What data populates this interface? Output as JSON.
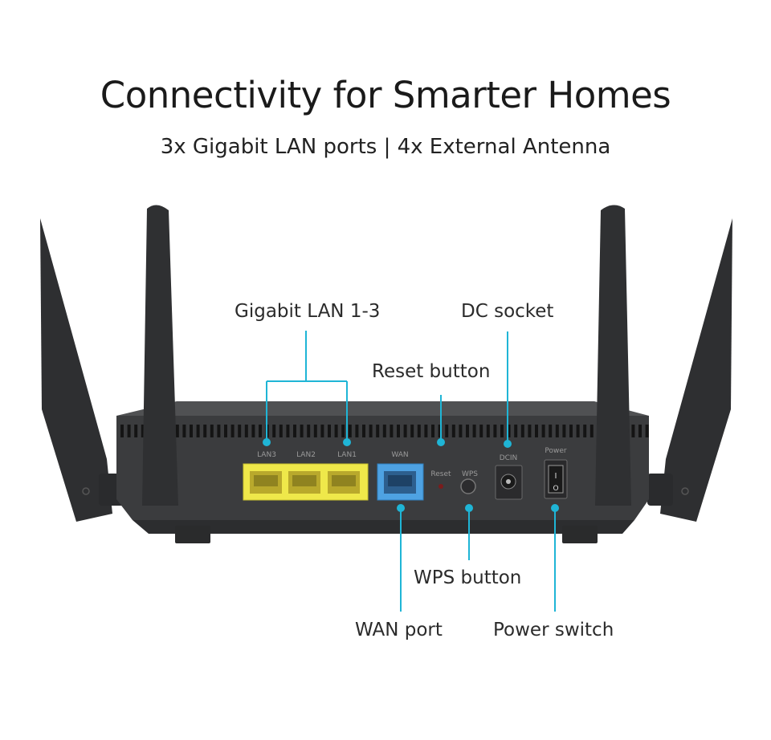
{
  "header": {
    "title": "Connectivity for Smarter Homes",
    "subtitle": "3x Gigabit LAN ports | 4x External Antenna"
  },
  "callouts": {
    "lan": "Gigabit LAN 1-3",
    "dc": "DC socket",
    "reset": "Reset button",
    "wps": "WPS button",
    "wan": "WAN port",
    "power": "Power switch"
  },
  "panel_labels": {
    "lan3": "LAN3",
    "lan2": "LAN2",
    "lan1": "LAN1",
    "wan": "WAN",
    "reset": "Reset",
    "wps": "WPS",
    "dcin": "DCIN",
    "power": "Power",
    "switch_on": "I",
    "switch_off": "O"
  },
  "colors": {
    "accent": "#1fb5d6",
    "router_body": "#3a3b3d",
    "lan_port": "#f2ec4a",
    "wan_port": "#4a9fe0"
  }
}
